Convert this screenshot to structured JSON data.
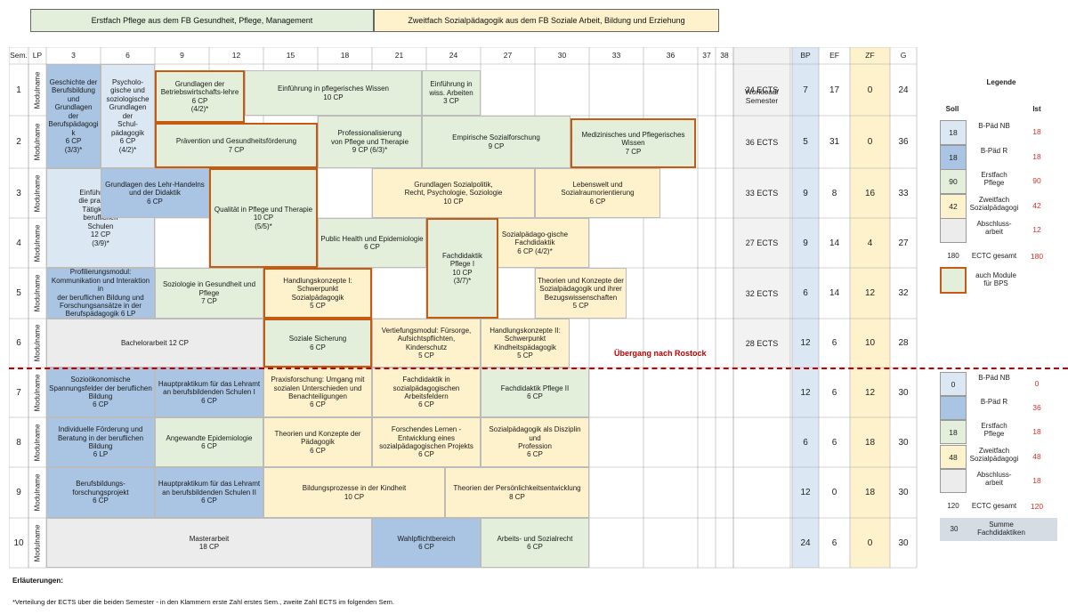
{
  "top_legend": {
    "primary": "Erstfach Pflege aus dem FB Gesundheit, Pflege, Management",
    "secondary": "Zweitfach Sozialpädagogik aus dem FB Soziale Arbeit, Bildung und Erziehung"
  },
  "header": {
    "sem": "Sem.",
    "lp": "LP",
    "lp_cols": [
      "3",
      "6",
      "9",
      "12",
      "15",
      "18",
      "21",
      "24",
      "27",
      "30",
      "33",
      "36",
      "37",
      "38"
    ],
    "workload": "Workload/\nSemester",
    "bp": "BP",
    "ef": "EF",
    "zf": "ZF",
    "g": "G"
  },
  "row_label": "Modulname",
  "semesters": [
    {
      "sem": "1",
      "workload": "24 ECTS",
      "bp": "7",
      "ef": "17",
      "zf": "0",
      "g": "24"
    },
    {
      "sem": "2",
      "workload": "36 ECTS",
      "bp": "5",
      "ef": "31",
      "zf": "0",
      "g": "36"
    },
    {
      "sem": "3",
      "workload": "33 ECTS",
      "bp": "9",
      "ef": "8",
      "zf": "16",
      "g": "33"
    },
    {
      "sem": "4",
      "workload": "27 ECTS",
      "bp": "9",
      "ef": "14",
      "zf": "4",
      "g": "27"
    },
    {
      "sem": "5",
      "workload": "32 ECTS",
      "bp": "6",
      "ef": "14",
      "zf": "12",
      "g": "32"
    },
    {
      "sem": "6",
      "workload": "28 ECTS",
      "bp": "12",
      "ef": "6",
      "zf": "10",
      "g": "28"
    },
    {
      "sem": "7",
      "workload": "",
      "bp": "12",
      "ef": "6",
      "zf": "12",
      "g": "30"
    },
    {
      "sem": "8",
      "workload": "",
      "bp": "6",
      "ef": "6",
      "zf": "18",
      "g": "30"
    },
    {
      "sem": "9",
      "workload": "",
      "bp": "12",
      "ef": "0",
      "zf": "18",
      "g": "30"
    },
    {
      "sem": "10",
      "workload": "",
      "bp": "24",
      "ef": "6",
      "zf": "0",
      "g": "30"
    }
  ],
  "modules": [
    "Geschichte der\nBerufsbildung\nund Grundlagen\nder\nBerufspädagogi\nk\n6 CP\n(3/3)*",
    "Psycholo-\ngische und\nsoziologische\nGrundlagen der\nSchul-\npädagogik\n6 CP\n(4/2)*",
    "Grundlagen der\nBetriebswirtschafts-lehre\n6 CP\n(4/2)*",
    "Einführung in pflegerisches Wissen\n10 CP",
    "Einführung in\nwiss. Arbeiten\n3 CP",
    "Prävention und Gesundheitsförderung\n7 CP",
    "Professionalisierung\nvon Pflege und Therapie\n9 CP (6/3)*",
    "Empirische Sozialforschung\n9 CP",
    "Medizinisches und Pflegerisches\nWissen\n7 CP",
    "Einführung in\ndie praktische\nTätigkeit an\nberuflichen\nSchulen\n12 CP\n(3/9)*",
    "Grundlagen des Lehr-Handelns\nund der Didaktik\n6 CP",
    "Qualität in Pflege und Therapie\n10 CP\n(5/5)*",
    "Grundlagen Sozialpolitik,\nRecht, Psychologie, Soziologie\n10 CP",
    "Lebenswelt und\nSozialraumorientierung\n6 CP",
    "Public Health und Epidemiologie\n6 CP",
    "Fachdidaktik\nPflege I\n10 CP\n(3/7)*",
    "Sozialpädago-gische\nFachdidaktik\n6 CP (4/2)*",
    "Profilierungsmodul:\nKommunikation und Interaktion in\nder beruflichen Bildung und\nForschungsansätze in der\nBerufspädagogik 6 LP",
    "Soziologie in Gesundheit und Pflege\n7 CP",
    "Handlungskonzepte I:\nSchwerpunkt\nSozialpädagogik\n5 CP",
    "Theorien und Konzepte der\nSozialpädagogik und ihrer\nBezugswissenschaften\n5 CP",
    "Bachelorarbeit 12 CP",
    "Soziale Sicherung\n6 CP",
    "Vertiefungsmodul: Fürsorge,\nAufsichtspflichten,\nKinderschutz\n5 CP",
    "Handlungskonzepte II:\nSchwerpunkt\nKindheitspädagogik\n5 CP",
    "Sozioökonomische\nSpannungsfelder der beruflichen\nBildung\n6 CP",
    "Hauptpraktikum für das Lehramt\nan berufsbildenden Schulen I\n6 CP",
    "Praxisforschung: Umgang mit\nsozialen Unterschieden und\nBenachteiligungen\n6 CP",
    "Fachdidaktik in\nsozialpädagogischen\nArbeitsfeldern\n6 CP",
    "Fachdidaktik Pflege II\n6 CP",
    "Individuelle Förderung und\nBeratung in der beruflichen\nBildung\n6 LP",
    "Angewandte Epidemiologie\n6 CP",
    "Theorien und Konzepte der\nPädagogik\n6 CP",
    "Forschendes Lernen -\nEntwicklung eines\nsozialpädagogischen Projekts\n6 CP",
    "Sozialpädagogik als Disziplin und\nProfession\n6 CP",
    "Berufsbildungs-\nforschungsprojekt\n6 CP",
    "Hauptpraktikum für das Lehramt\nan berufsbildenden Schulen II\n6 CP",
    "Bildungsprozesse in der Kindheit\n10 CP",
    "Theorien der Persönlichkeitsentwicklung\n8 CP",
    "Masterarbeit\n18 CP",
    "Wahlpflichtbereich\n6 CP",
    "Arbeits- und Sozialrecht\n6 CP"
  ],
  "transition": "Übergang nach Rostock",
  "legend": {
    "title": "Legende",
    "soll": "Soll",
    "ist": "Ist",
    "upper": [
      {
        "soll": "18",
        "label": "B-Päd NB",
        "ist": "18"
      },
      {
        "soll": "18",
        "label": "B-Päd R",
        "ist": "18"
      },
      {
        "soll": "90",
        "label": "Erstfach\nPflege",
        "ist": "90"
      },
      {
        "soll": "42",
        "label": "Zweitfach\nSozialpädagogi",
        "ist": "42"
      },
      {
        "soll": "",
        "label": "Abschluss-\narbeit",
        "ist": "12"
      }
    ],
    "upper_total": {
      "soll": "180",
      "label": "ECTC gesamt",
      "ist": "180"
    },
    "bps": "auch Module\nfür BPS",
    "lower": [
      {
        "soll": "0",
        "label": "B-Päd NB",
        "ist": "0"
      },
      {
        "soll": "",
        "label": "B-Päd R",
        "ist": "36"
      },
      {
        "soll": "18",
        "label": "Erstfach\nPflege",
        "ist": "18"
      },
      {
        "soll": "48",
        "label": "Zweitfach\nSozialpädagogi",
        "ist": "48"
      },
      {
        "soll": "",
        "label": "Abschluss-\narbeit",
        "ist": "18"
      }
    ],
    "lower_total": {
      "soll": "120",
      "label": "ECTC gesamt",
      "ist": "120"
    },
    "fd": {
      "soll": "30",
      "label": "Summe\nFachdidaktiken"
    }
  },
  "footnotes": {
    "title": "Erläuterungen:",
    "note": "*Verteilung der ECTS über die beiden Semester - in den Klammern erste Zahl erstes Sem., zweite Zahl ECTS im folgenden Sem."
  },
  "colors": {
    "bpaed_nb": "#dbe8f3",
    "bpaed_r": "#a9c5e3",
    "pflege": "#e3efdb",
    "sozpaed": "#fdf2cc",
    "abschluss": "#ececec",
    "bps_border": "#c55a11",
    "transition": "#c00000",
    "summe": "#d6dce4"
  }
}
